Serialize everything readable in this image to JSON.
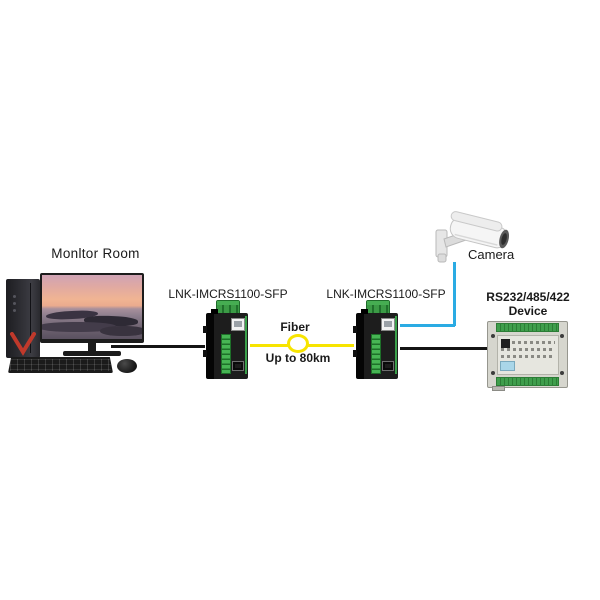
{
  "labels": {
    "monitor_room": "Monltor Room",
    "left_converter": "LNK-IMCRS1100-SFP",
    "right_converter": "LNK-IMCRS1100-SFP",
    "fiber": "Fiber",
    "fiber_distance": "Up to 80km",
    "camera": "Camera",
    "serial_device_line1": "RS232/485/422",
    "serial_device_line2": "Device"
  },
  "colors": {
    "fiber_line": "#f7e400",
    "camera_line": "#2aabe3",
    "copper_line": "#141414",
    "converter_green": "#3aa04a",
    "terminal_green": "#3c9b46",
    "plc_terminal_green": "#3f9e4c",
    "plc_label_blue": "#a9d6e8",
    "tower_accent_red": "#c0392b"
  }
}
